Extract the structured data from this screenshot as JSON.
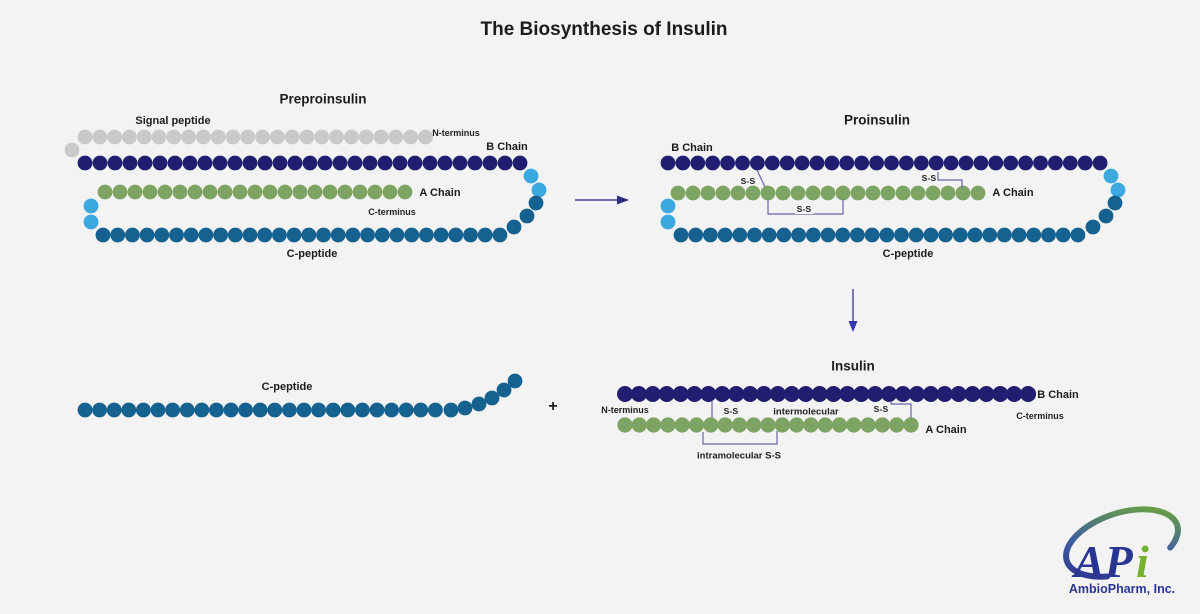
{
  "title": "The Biosynthesis of Insulin",
  "palette": {
    "navy": "#211d70",
    "teal": "#15618f",
    "green": "#7ea463",
    "light_blue": "#3ba9e0",
    "gray": "#c9c9cb",
    "bond": "#6666aa",
    "arrow": "#44449a",
    "background": "#f3f3f4"
  },
  "chains": {
    "signal_peptide": {
      "label": "Signal peptide",
      "count": 24,
      "color": "gray"
    },
    "b_chain": {
      "label": "B Chain",
      "count": 30,
      "color": "navy"
    },
    "a_chain": {
      "label": "A Chain",
      "count": 21,
      "color": "green"
    },
    "c_peptide": {
      "label": "C-peptide",
      "count": 31,
      "color": "teal"
    }
  },
  "sections": {
    "preproinsulin": {
      "title": "Preproinsulin",
      "labels": {
        "signal_peptide": "Signal peptide",
        "n_terminus": "N-terminus",
        "b_chain": "B Chain",
        "a_chain": "A Chain",
        "c_terminus": "C-terminus",
        "c_peptide": "C-peptide"
      }
    },
    "proinsulin": {
      "title": "Proinsulin",
      "labels": {
        "b_chain": "B Chain",
        "a_chain": "A Chain",
        "c_peptide": "C-peptide",
        "ss1": "S-S",
        "ss2": "S-S",
        "ss3": "S-S"
      }
    },
    "insulin": {
      "title": "Insulin",
      "labels": {
        "b_chain": "B Chain",
        "a_chain": "A Chain",
        "n_terminus": "N-terminus",
        "c_terminus": "C-terminus",
        "ss1": "S-S",
        "ss2": "S-S",
        "intermolecular": "intermolecular",
        "intramolecular": "intramolecular S-S"
      }
    },
    "free_c_peptide": {
      "label": "C-peptide"
    },
    "plus_sign": "+"
  },
  "logo": {
    "ap": "AP",
    "i": "i",
    "company": "AmbioPharm, Inc.",
    "blue": "#283593",
    "green": "#74b22c"
  }
}
